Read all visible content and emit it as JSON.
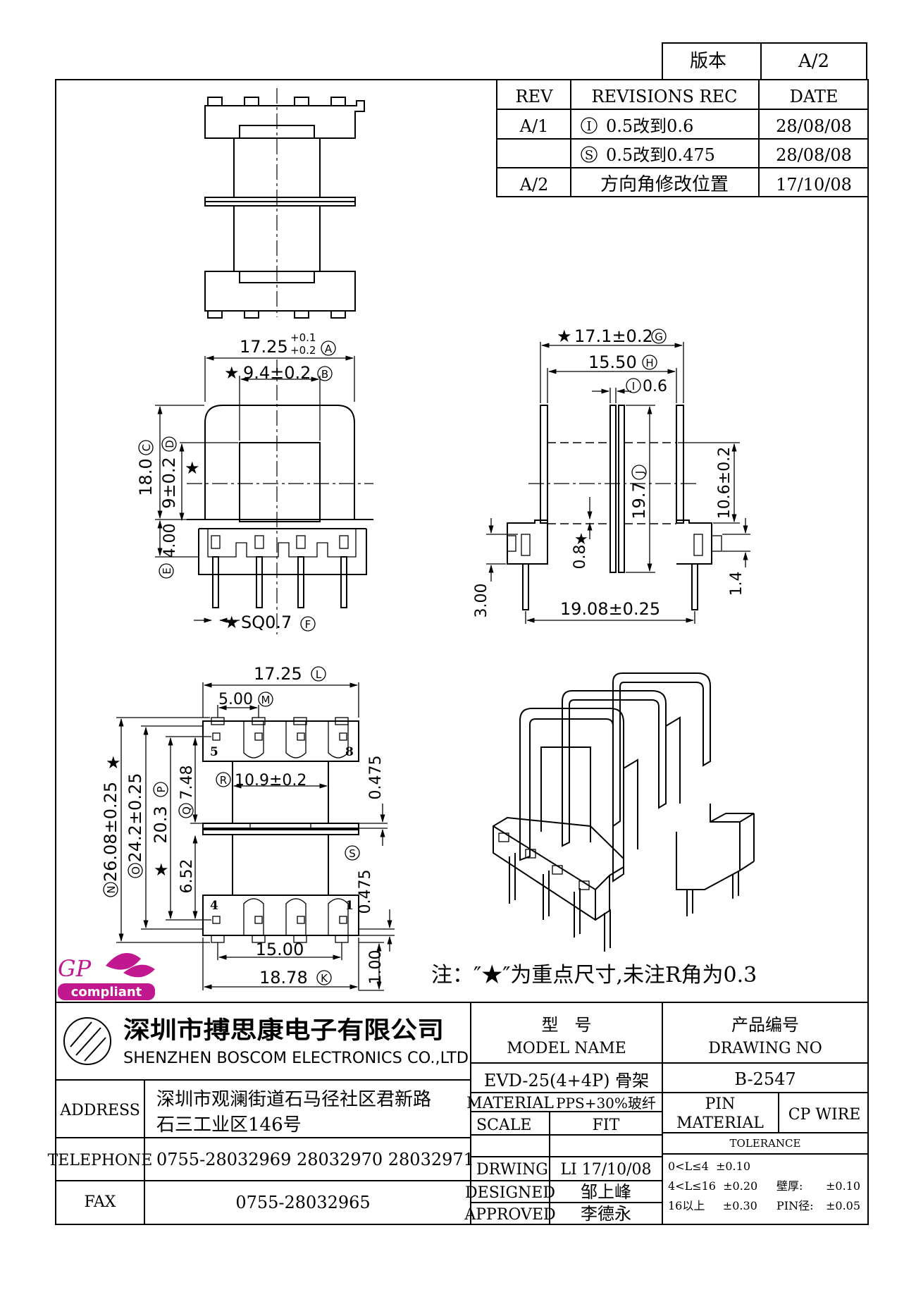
{
  "version_box": {
    "label": "版本",
    "value": "A/2"
  },
  "revisions": {
    "headers": [
      "REV",
      "REVISIONS REC",
      "DATE"
    ],
    "rows": [
      {
        "rev": "A/1",
        "mark": "I",
        "text": "0.5改到0.6",
        "date": "28/08/08"
      },
      {
        "rev": "",
        "mark": "S",
        "text": "0.5改到0.475",
        "date": "28/08/08"
      },
      {
        "rev": "A/2",
        "mark": "",
        "text": "方向角修改位置",
        "date": "17/10/08"
      }
    ]
  },
  "dims": {
    "a_val": "17.25",
    "a_tol_up": "+0.1",
    "a_tol_dn": "+0.2",
    "a_mark": "A",
    "b_val": "9.4±0.2",
    "b_mark": "B",
    "c_val": "18.0",
    "c_mark": "C",
    "d_val": "9±0.2",
    "d_mark": "D",
    "e_val": "4.00",
    "e_mark": "E",
    "f_val": "SQ0.7",
    "f_mark": "F",
    "g_val": "17.1±0.2",
    "g_mark": "G",
    "h_val": "15.50",
    "h_mark": "H",
    "i_val": "0.6",
    "i_mark": "I",
    "j_val": "19.7",
    "j_mark": "J",
    "k_val": "18.78",
    "k_mark": "K",
    "l_val": "17.25",
    "l_mark": "L",
    "m_val": "5.00",
    "m_mark": "M",
    "n_val": "26.08±0.25",
    "n_mark": "N",
    "o_val": "24.2±0.25",
    "o_mark": "O",
    "p_val": "20.3",
    "p_mark": "P",
    "q_val": "7.48",
    "q_mark": "Q",
    "r_val": "10.9±0.2",
    "r_mark": "R",
    "s_mark": "S",
    "side_106": "10.6±0.2",
    "side_08": "0.8",
    "side_14": "1.4",
    "side_300": "3.00",
    "side_1908": "19.08±0.25",
    "bot_0475a": "0.475",
    "bot_0475b": "0.475",
    "bot_652": "6.52",
    "bot_1500": "15.00",
    "bot_100": "1.00",
    "pins": [
      "5",
      "8",
      "4",
      "1"
    ],
    "star": "★"
  },
  "note": "注：″★″为重点尺寸,未注R角为0.3",
  "badge": {
    "top": "GP",
    "bottom": "compliant",
    "color": "#c2188f"
  },
  "company": {
    "cn": "深圳市搏思康电子有限公司",
    "en": "SHENZHEN BOSCOM ELECTRONICS CO.,LTD"
  },
  "info": {
    "address_label": "ADDRESS",
    "address_l1": "深圳市观澜街道石马径社区君新路",
    "address_l2": "石三工业区146号",
    "telephone_label": "TELEPHONE",
    "telephone": "0755-28032969 28032970 28032971",
    "fax_label": "FAX",
    "fax": "0755-28032965"
  },
  "title_block": {
    "model_cn": "型   号",
    "model_en": "MODEL NAME",
    "model_value": "EVD-25(4+4P) 骨架",
    "drawing_cn": "产品编号",
    "drawing_en": "DRAWING NO",
    "drawing_value": "B-2547",
    "material_label": "MATERIAL",
    "material_value": "PPS+30%玻纤",
    "scale_label": "SCALE",
    "scale_value": "FIT",
    "drwing_label": "DRWING",
    "drwing_value": "LI 17/10/08",
    "designed_label": "DESIGNED",
    "designed_value": "邹上峰",
    "approved_label": "APPROVED",
    "approved_value": "李德永",
    "pin_material_l1": "PIN",
    "pin_material_l2": "MATERIAL",
    "pin_material_value": "CP WIRE",
    "tolerance_label": "TOLERANCE",
    "tol_rows": [
      "0<L≤4  ±0.10",
      "4<L≤16  ±0.20",
      "16以上     ±0.30"
    ],
    "wall_label": "壁厚:",
    "wall_value": "±0.10",
    "pin_dia_label": "PIN径:",
    "pin_dia_value": "±0.05"
  }
}
